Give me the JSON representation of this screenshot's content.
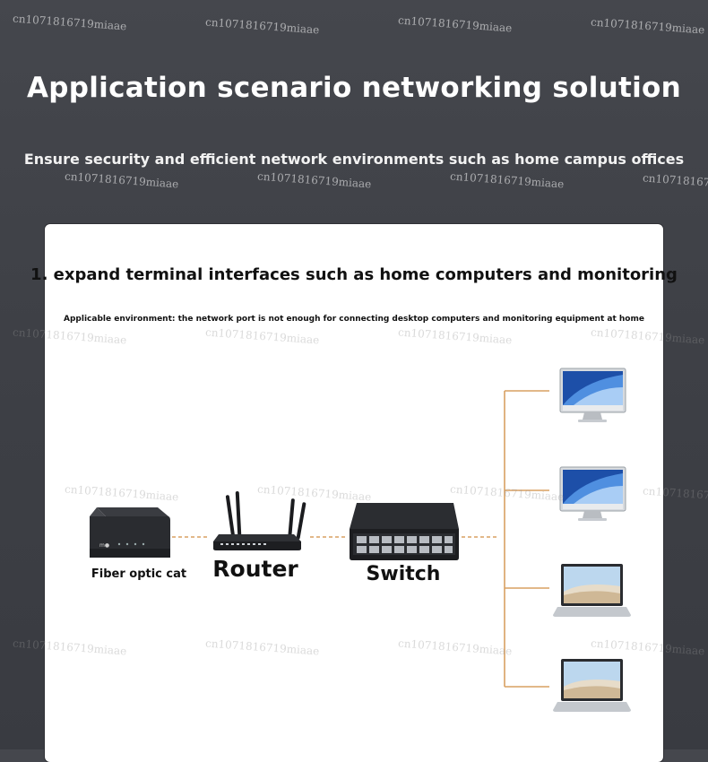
{
  "header": {
    "title": "Application scenario networking solution",
    "subtitle": "Ensure security and efficient network environments such as home campus offices"
  },
  "card": {
    "section_title": "1. expand terminal interfaces such as home computers and monitoring",
    "environment": "Applicable environment: the network port is not enough for connecting desktop computers and monitoring equipment at home"
  },
  "devices": {
    "fiber_label": "Fiber optic cat",
    "router_label": "Router",
    "switch_label": "Switch"
  },
  "watermark": {
    "text": "cn1071816719miaae",
    "text_cut": "cn10718167"
  },
  "colors": {
    "background": "#3e4046",
    "card": "#ffffff",
    "connector": "#d9a062"
  },
  "icons": [
    "fiber-modem-icon",
    "router-icon",
    "switch-icon",
    "desktop-monitor-icon",
    "laptop-icon"
  ]
}
